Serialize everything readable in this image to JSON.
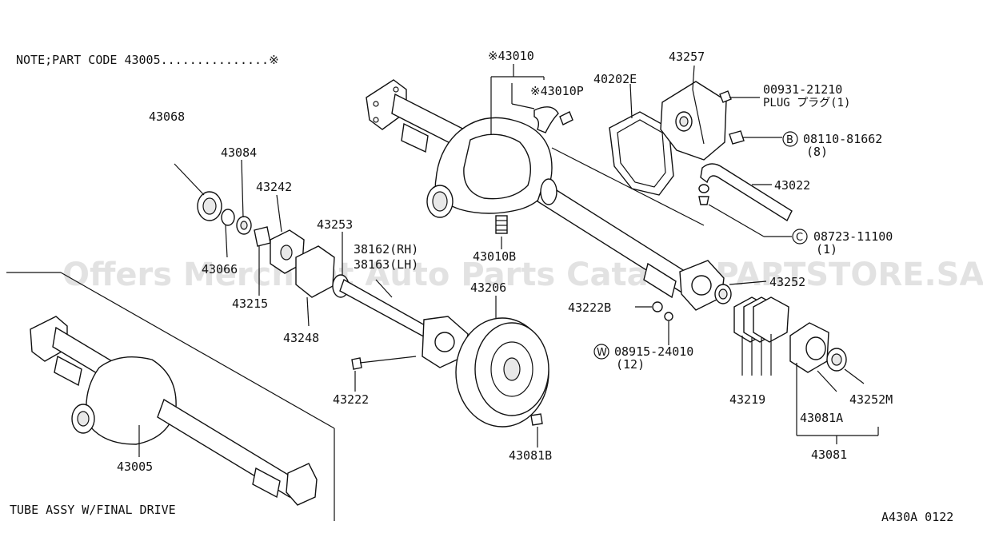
{
  "note": "NOTE;PART CODE 43005...............※",
  "footer_left": "TUBE ASSY W/FINAL DRIVE",
  "footer_right": "A430A 0122",
  "watermark": "Offers Merchant Auto Parts Catalog PARTSTORE.SA",
  "labels": {
    "p43010": "※43010",
    "p43010P": "※43010P",
    "p40202E": "40202E",
    "p43257": "43257",
    "p00931": "00931-21210",
    "plug": "PLUG プラグ(1)",
    "b_circle": "B",
    "p08110": "08110-81662",
    "p08110_qty": "(8)",
    "p43022": "43022",
    "c_circle": "C",
    "p08723": "08723-11100",
    "p08723_qty": "(1)",
    "p43068": "43068",
    "p43084": "43084",
    "p43242": "43242",
    "p43253": "43253",
    "p38162": "38162(RH)",
    "p38163": "38163(LH)",
    "p43066": "43066",
    "p43215": "43215",
    "p43248": "43248",
    "p43010B": "43010B",
    "p43206": "43206",
    "p43222B": "43222B",
    "w_circle": "W",
    "p08915": "08915-24010",
    "p08915_qty": "(12)",
    "p43252": "43252",
    "p43222": "43222",
    "p43219": "43219",
    "p43252M": "43252M",
    "p43081A": "43081A",
    "p43081": "43081",
    "p43081B": "43081B",
    "p43005": "43005"
  }
}
